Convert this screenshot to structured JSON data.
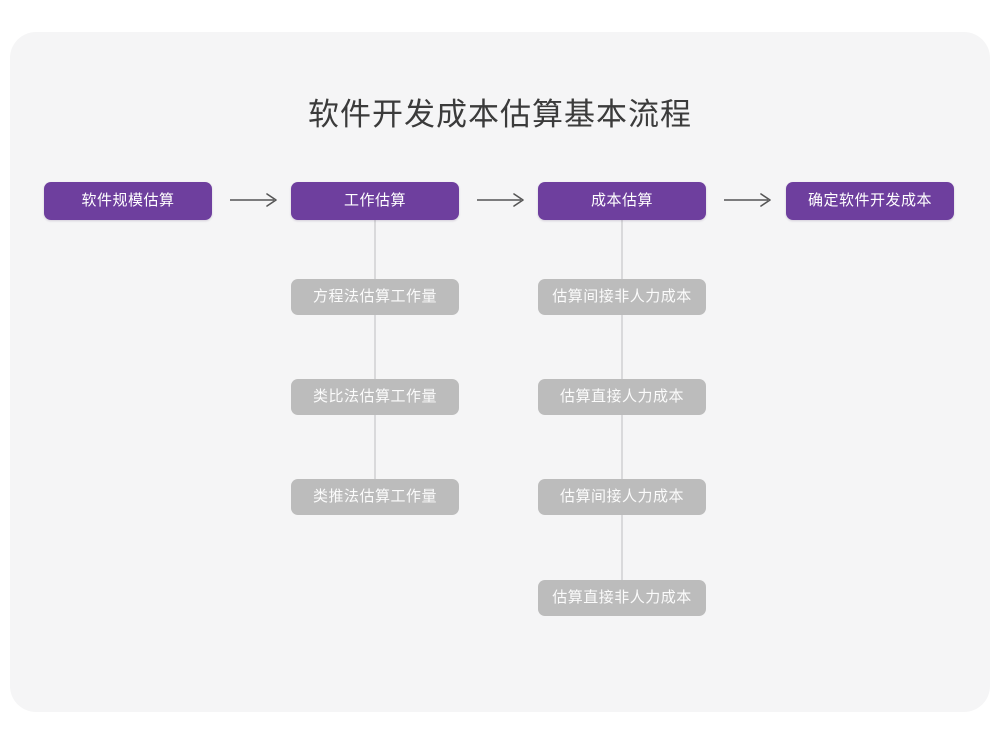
{
  "diagram": {
    "title": "软件开发成本估算基本流程",
    "type": "flowchart",
    "colors": {
      "page_background": "#ffffff",
      "card_background": "#f5f5f6",
      "primary_node": "#6e3f9e",
      "secondary_node": "#bcbcbc",
      "primary_node_text": "#ffffff",
      "secondary_node_text": "#fbfbfb",
      "title_text": "#3b3b3b",
      "connector_line": "#d9d9db",
      "arrow": "#555555"
    },
    "main_flow": [
      {
        "id": "step1",
        "label": "软件规模估算"
      },
      {
        "id": "step2",
        "label": "工作估算"
      },
      {
        "id": "step3",
        "label": "成本估算"
      },
      {
        "id": "step4",
        "label": "确定软件开发成本"
      }
    ],
    "arrows": [
      {
        "id": "arrow1",
        "from": "step1",
        "to": "step2",
        "glyph": "→"
      },
      {
        "id": "arrow2",
        "from": "step2",
        "to": "step3",
        "glyph": "→"
      },
      {
        "id": "arrow3",
        "from": "step3",
        "to": "step4",
        "glyph": "→"
      }
    ],
    "branches": [
      {
        "parent": "step2",
        "parent_label": "工作估算",
        "children": [
          "方程法估算工作量",
          "类比法估算工作量",
          "类推法估算工作量"
        ]
      },
      {
        "parent": "step3",
        "parent_label": "成本估算",
        "children": [
          "估算间接非人力成本",
          "估算直接人力成本",
          "估算间接人力成本",
          "估算直接非人力成本"
        ]
      }
    ]
  }
}
